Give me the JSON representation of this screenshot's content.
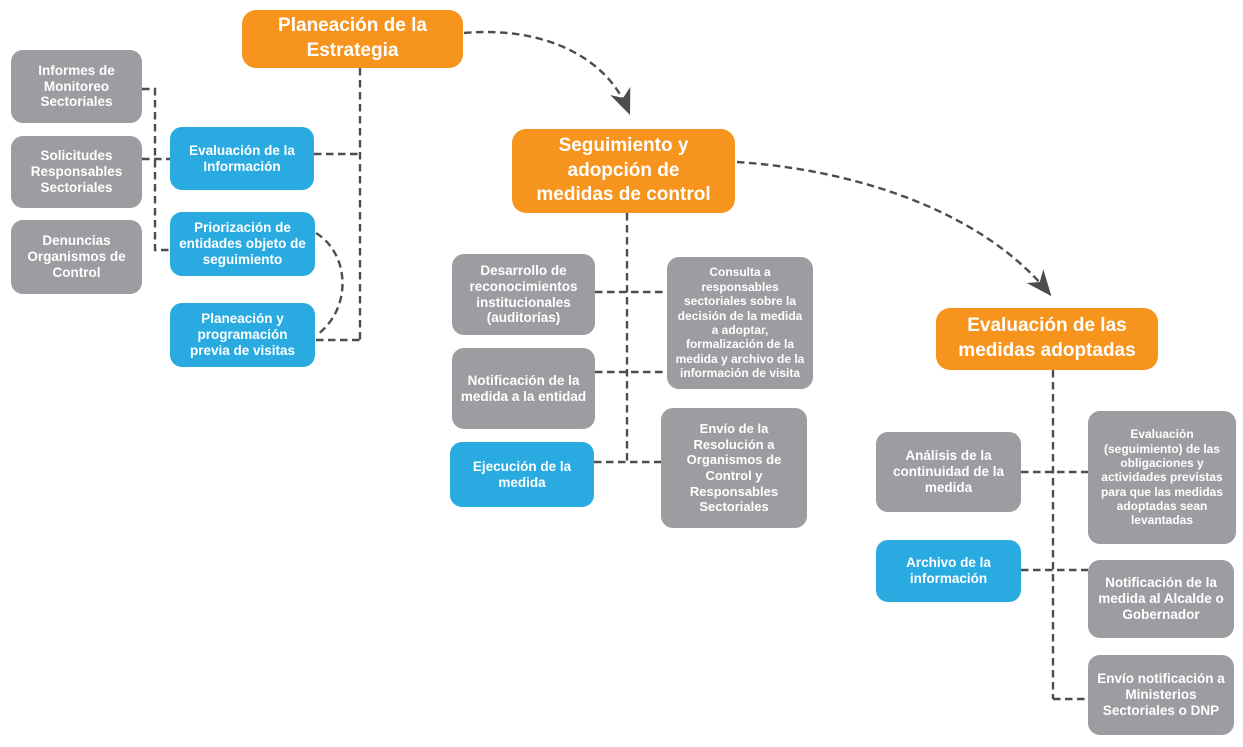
{
  "colors": {
    "phase_orange": "#F7941E",
    "activity_blue": "#29ABE2",
    "document_gray": "#9B9DA0",
    "connector_dark_gray": "#4D4D4D",
    "text_white": "#FFFFFF"
  },
  "stage1": {
    "phase": "Planeación de la\nEstrategia",
    "sources": [
      "Informes de Monitoreo Sectoriales",
      "Solicitudes Responsables Sectoriales",
      "Denuncias Organismos de Control"
    ],
    "activities": [
      "Evaluación de la Información",
      "Priorización de entidades objeto de seguimiento",
      "Planeación y programación previa de visitas"
    ]
  },
  "stage2": {
    "phase": "Seguimiento y\nadopción de\nmedidas de control",
    "steps": [
      "Desarrollo de reconocimientos institucionales (auditorías)",
      "Notificación de la medida a la entidad"
    ],
    "activities": [
      "Ejecución de la medida"
    ],
    "results": [
      "Consulta a responsables sectoriales sobre la decisión de la medida a adoptar, formalización de la medida y archivo de la información de visita",
      "Envío de la Resolución a Organismos de Control y Responsables Sectoriales"
    ]
  },
  "stage3": {
    "phase": "Evaluación de las\nmedidas adoptadas",
    "steps": [
      "Análisis de la continuidad de la medida"
    ],
    "activities": [
      "Archivo de la información"
    ],
    "results": [
      "Evaluación (seguimiento) de las obligaciones y actividades previstas para que las medidas adoptadas sean levantadas",
      "Notificación de la medida al Alcalde o Gobernador",
      "Envío notificación a Ministerios Sectoriales o DNP"
    ]
  }
}
